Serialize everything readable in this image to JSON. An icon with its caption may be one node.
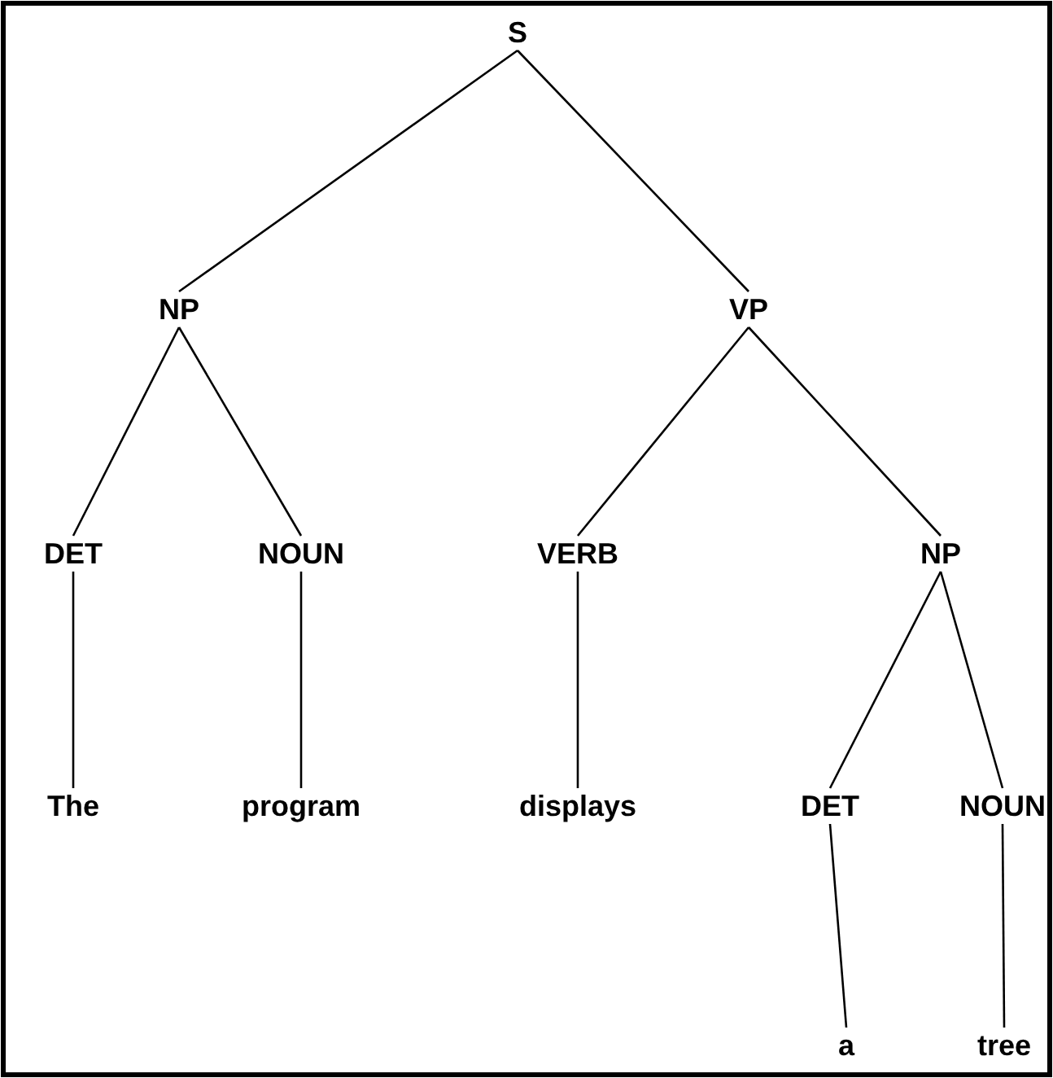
{
  "diagram": {
    "nodes": [
      {
        "text": [
          "S"
        ]
      },
      {
        "text": [
          "NP"
        ]
      },
      {
        "text": [
          "VP"
        ]
      },
      {
        "text": [
          "DET"
        ]
      },
      {
        "text": [
          "NOUN"
        ]
      },
      {
        "text": [
          "VERB"
        ]
      },
      {
        "text": [
          "NP"
        ]
      },
      {
        "text": [
          "The"
        ]
      },
      {
        "text": [
          "program"
        ]
      },
      {
        "text": [
          "displays"
        ]
      },
      {
        "text": [
          "DET"
        ]
      },
      {
        "text": [
          "NOUN"
        ]
      },
      {
        "text": [
          "a"
        ]
      },
      {
        "text": [
          "tree"
        ]
      }
    ],
    "edges": [
      {
        "from": 0,
        "to": 1,
        "arrow": "none"
      },
      {
        "from": 0,
        "to": 2,
        "arrow": "none"
      },
      {
        "from": 1,
        "to": 3,
        "arrow": "none"
      },
      {
        "from": 1,
        "to": 4,
        "arrow": "none"
      },
      {
        "from": 2,
        "to": 5,
        "arrow": "none"
      },
      {
        "from": 2,
        "to": 6,
        "arrow": "none"
      },
      {
        "from": 3,
        "to": 7,
        "arrow": "none"
      },
      {
        "from": 4,
        "to": 8,
        "arrow": "none"
      },
      {
        "from": 5,
        "to": 9,
        "arrow": "none"
      },
      {
        "from": 6,
        "to": 10,
        "arrow": "none"
      },
      {
        "from": 6,
        "to": 11,
        "arrow": "none"
      },
      {
        "from": 10,
        "to": 12,
        "arrow": "none"
      },
      {
        "from": 11,
        "to": 13,
        "arrow": "none"
      }
    ]
  }
}
